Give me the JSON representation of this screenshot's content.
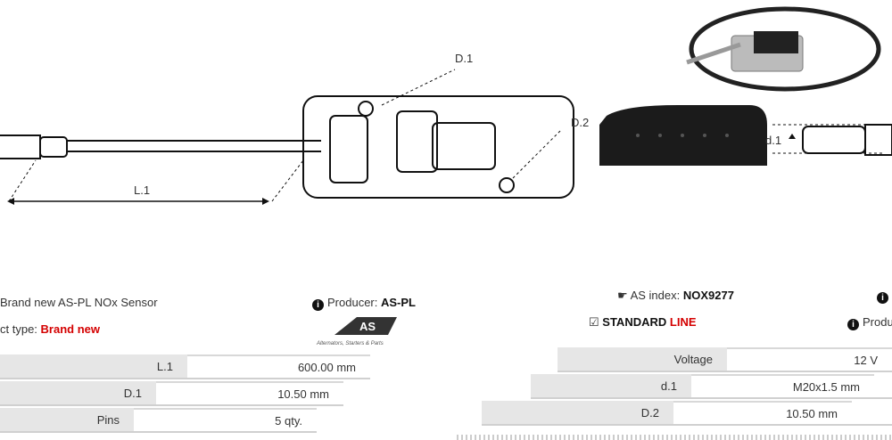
{
  "diagram": {
    "labels": {
      "l1": "L.1",
      "d1": "D.1",
      "d2": "D.2",
      "d1_thread": "d.1"
    }
  },
  "left_panel": {
    "title": "Brand new AS-PL NOx Sensor",
    "producer_label": "Producer:",
    "producer_value": "AS-PL",
    "product_type_label": "ct type:",
    "product_type_value": "Brand new",
    "logo_caption": "Alternators, Starters & Parts",
    "specs": [
      {
        "key": "L.1",
        "value": "600.00 mm"
      },
      {
        "key": "D.1",
        "value": "10.50 mm"
      },
      {
        "key": "Pins",
        "value": "5 qty."
      }
    ]
  },
  "right_panel": {
    "index_label": "AS index:",
    "index_value": "NOX9277",
    "line_label": "STANDARD",
    "line_accent": "LINE",
    "producer_label": "Produc",
    "specs": [
      {
        "key": "Voltage",
        "value": "12 V"
      },
      {
        "key": "d.1",
        "value": "M20x1.5 mm"
      },
      {
        "key": "D.2",
        "value": "10.50 mm"
      }
    ]
  },
  "colors": {
    "accent": "#d40000",
    "table_key_bg": "#e6e6e6"
  }
}
